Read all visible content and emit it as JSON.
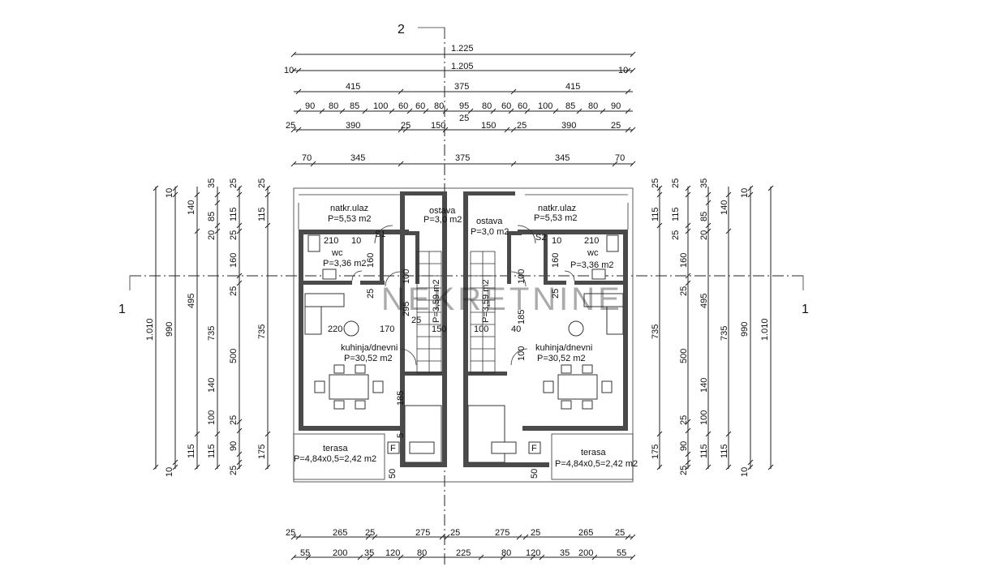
{
  "axes": {
    "section_vertical": "2",
    "section_horizontal_left": "1",
    "section_horizontal_right": "1"
  },
  "top_dims": {
    "row1": [
      "1.225"
    ],
    "row2": [
      "10",
      "1.205",
      "10"
    ],
    "row3": [
      "415",
      "375",
      "415"
    ],
    "row4": [
      "90",
      "80",
      "85",
      "100",
      "60",
      "60",
      "80",
      "95",
      "80",
      "60",
      "60",
      "100",
      "85",
      "80",
      "90"
    ],
    "row4_sub": "25",
    "row5": [
      "25",
      "390",
      "25",
      "150",
      "150",
      "25",
      "390",
      "25"
    ],
    "row6": [
      "70",
      "345",
      "375",
      "345",
      "70"
    ]
  },
  "bottom_dims": {
    "row1": [
      "25",
      "265",
      "25",
      "275",
      "25",
      "275",
      "25",
      "265",
      "25"
    ],
    "row2": [
      "55",
      "200",
      "35",
      "120",
      "80",
      "225",
      "80",
      "120",
      "35",
      "200",
      "55"
    ]
  },
  "left_dims": {
    "outer": "1.010",
    "second": [
      "10",
      "990",
      "10"
    ],
    "third": [
      "140",
      "495",
      "115"
    ],
    "fourth": [
      "35",
      "85",
      "20",
      "735",
      "115"
    ],
    "fifth": [
      "25",
      "115",
      "25",
      "160",
      "25",
      "500",
      "140",
      "100",
      "25",
      "90",
      "25"
    ],
    "inner": [
      "25",
      "115",
      "735",
      "175"
    ]
  },
  "right_dims": {
    "outer": "1.010",
    "second": [
      "10",
      "990",
      "10"
    ],
    "third": [
      "140",
      "495",
      "115"
    ],
    "fourth": [
      "35",
      "85",
      "20",
      "735",
      "115"
    ],
    "fifth": [
      "25",
      "115",
      "25",
      "160",
      "25",
      "500",
      "140",
      "100",
      "25",
      "90",
      "25"
    ],
    "inner": [
      "25",
      "115",
      "735",
      "175"
    ]
  },
  "rooms": {
    "left_entry": {
      "name": "natkr.ulaz",
      "area": "P=5,53 m2"
    },
    "left_storage": {
      "name": "ostava",
      "area": "P=3,0 m2"
    },
    "right_storage": {
      "name": "ostava",
      "area": "P=3,0 m2"
    },
    "right_entry": {
      "name": "natkr.ulaz",
      "area": "P=5,53 m2"
    },
    "left_wc": {
      "name": "wc",
      "area": "P=3,36 m2"
    },
    "right_wc": {
      "name": "wc",
      "area": "P=3,36 m2"
    },
    "left_stair": "P=3,59 m2",
    "right_stair": "P=3,59 m2",
    "left_living": {
      "name": "kuhinja/dnevni",
      "area": "P=30,52 m2"
    },
    "right_living": {
      "name": "kuhinja/dnevni",
      "area": "P=30,52 m2"
    },
    "left_terrace": {
      "name": "terasa",
      "area": "P=4,84x0,5=2,42 m2"
    },
    "right_terrace": {
      "name": "terasa",
      "area": "P=4,84x0,5=2,42 m2"
    }
  },
  "labels": {
    "s1": "S1",
    "s2": "S2",
    "wc_w_left": "210",
    "wc_w_right": "210",
    "wc_door_left": "10",
    "wc_door_right": "10",
    "wc_h_left": "160",
    "wc_h_right": "160",
    "door_left_25": "25",
    "door_right_25": "25",
    "door_left_100": "100",
    "door_right_100": "100",
    "stair_295": "295",
    "stair_185": "185",
    "stair_25": "25",
    "stair_150": "150",
    "stair_100a": "100",
    "stair_100b": "100",
    "living_220": "220",
    "living_170": "170",
    "living_40": "40",
    "kitchen_185": "185",
    "kitchen_5": "5",
    "terrace_50_left": "50",
    "terrace_50_right": "50",
    "fridge_left": "F",
    "fridge_right": "F"
  },
  "watermark": "NEKRETNINE",
  "colors": {
    "wall": "#4a4a4a",
    "line": "#222222",
    "paper": "#ffffff"
  }
}
